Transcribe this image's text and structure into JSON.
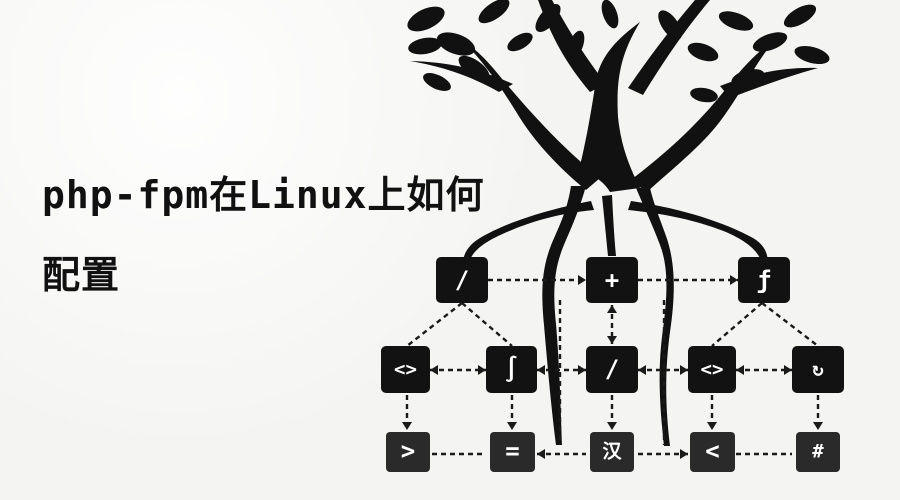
{
  "title": {
    "line1": "php-fpm在Linux上如何",
    "line2": "配置"
  },
  "icons": {
    "row1": [
      "/",
      "+",
      "ƒ"
    ],
    "row2": [
      "<>",
      "∫",
      "/",
      "<>",
      "↻"
    ],
    "row3": [
      ">",
      "=",
      "汉",
      "<",
      "#"
    ]
  }
}
